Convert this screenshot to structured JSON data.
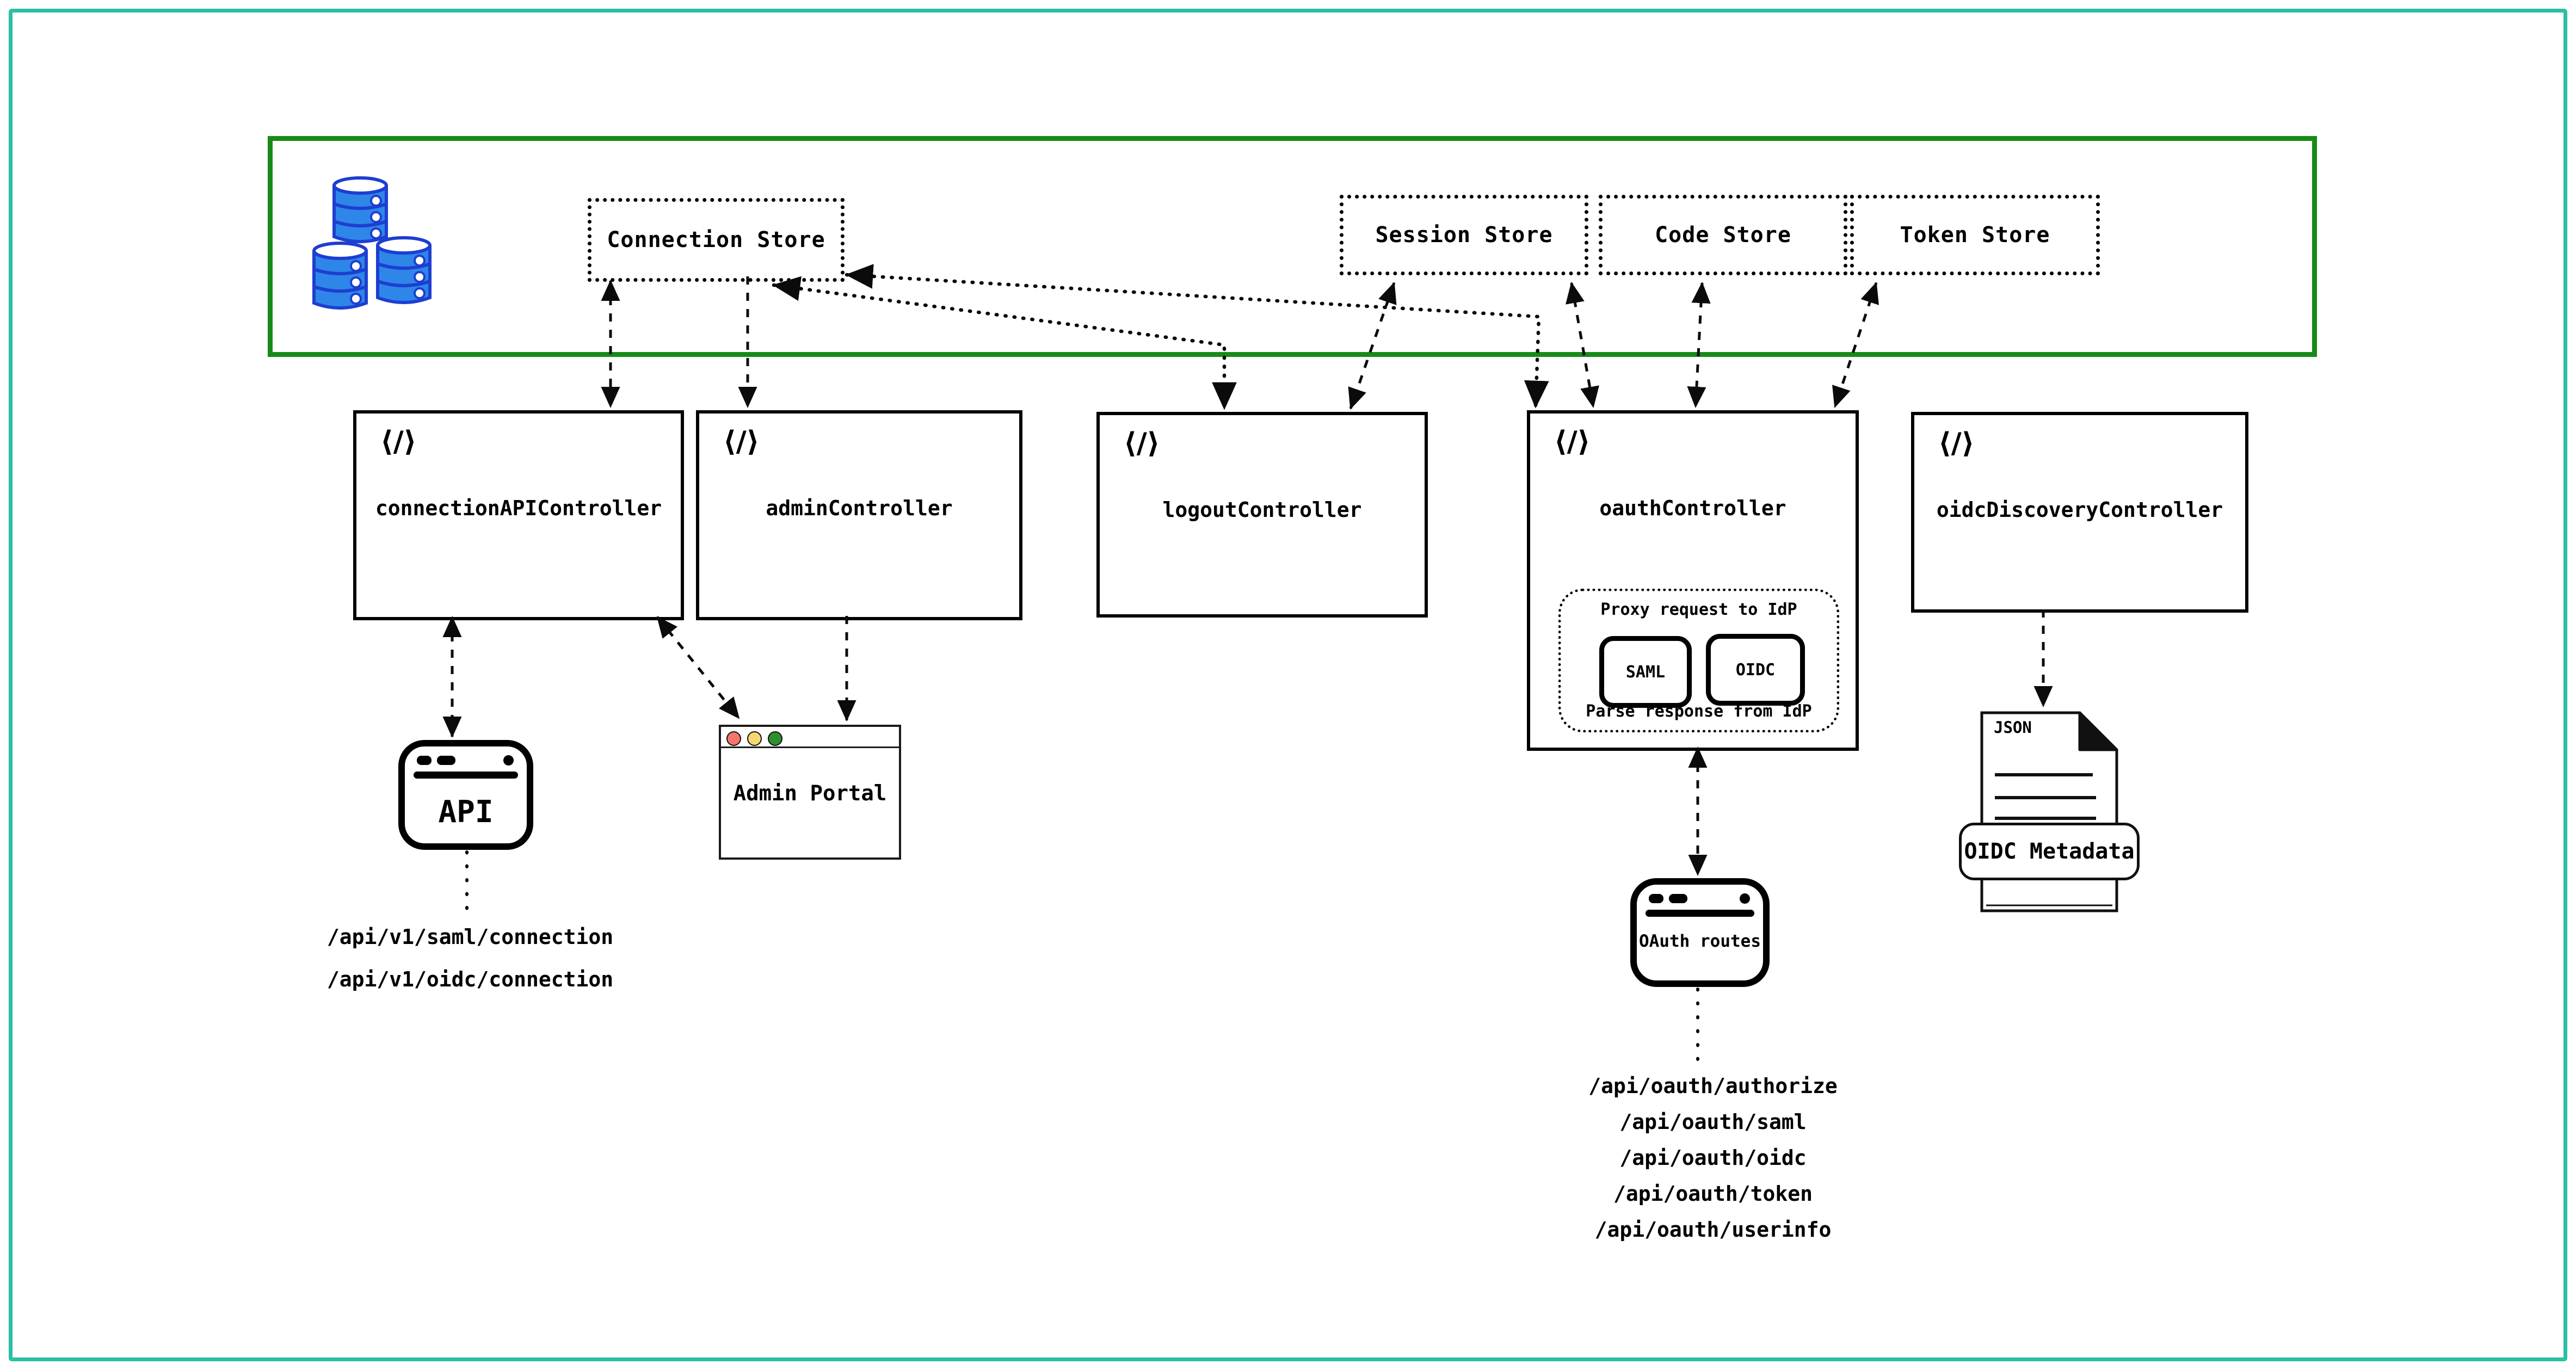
{
  "frame": {
    "outer_border_color": "#2bbfa4",
    "data_layer_border_color": "#178a17",
    "database_icon_fill": "#2e86e9",
    "database_icon_stroke": "#1e3ed1"
  },
  "icons": {
    "code_glyph": "⟨/⟩"
  },
  "data_layer": {
    "stores": [
      {
        "id": "connection",
        "label": "Connection Store"
      },
      {
        "id": "session",
        "label": "Session Store"
      },
      {
        "id": "code",
        "label": "Code Store"
      },
      {
        "id": "token",
        "label": "Token Store"
      }
    ]
  },
  "controllers": [
    {
      "id": "connection-api",
      "label": "connectionAPIController"
    },
    {
      "id": "admin",
      "label": "adminController"
    },
    {
      "id": "logout",
      "label": "logoutController"
    },
    {
      "id": "oauth",
      "label": "oauthController"
    },
    {
      "id": "oidc-discovery",
      "label": "oidcDiscoveryController"
    }
  ],
  "oauth_internals": {
    "proxy_label": "Proxy request to IdP",
    "protocols": [
      "SAML",
      "OIDC"
    ],
    "parse_label": "Parse response from IdP"
  },
  "clients": {
    "api_window": {
      "label": "API"
    },
    "admin_portal": {
      "label": "Admin Portal",
      "traffic_light_colors": [
        "#f5756b",
        "#f5d873",
        "#2f8f2f"
      ]
    },
    "oauth_routes_window": {
      "label": "OAuth routes"
    },
    "oidc_metadata": {
      "file_badge": "JSON",
      "banner_label": "OIDC Metadata"
    }
  },
  "routes": {
    "connection_api": [
      "/api/v1/saml/connection",
      "/api/v1/oidc/connection"
    ],
    "oauth": [
      "/api/oauth/authorize",
      "/api/oauth/saml",
      "/api/oauth/oidc",
      "/api/oauth/token",
      "/api/oauth/userinfo"
    ]
  }
}
